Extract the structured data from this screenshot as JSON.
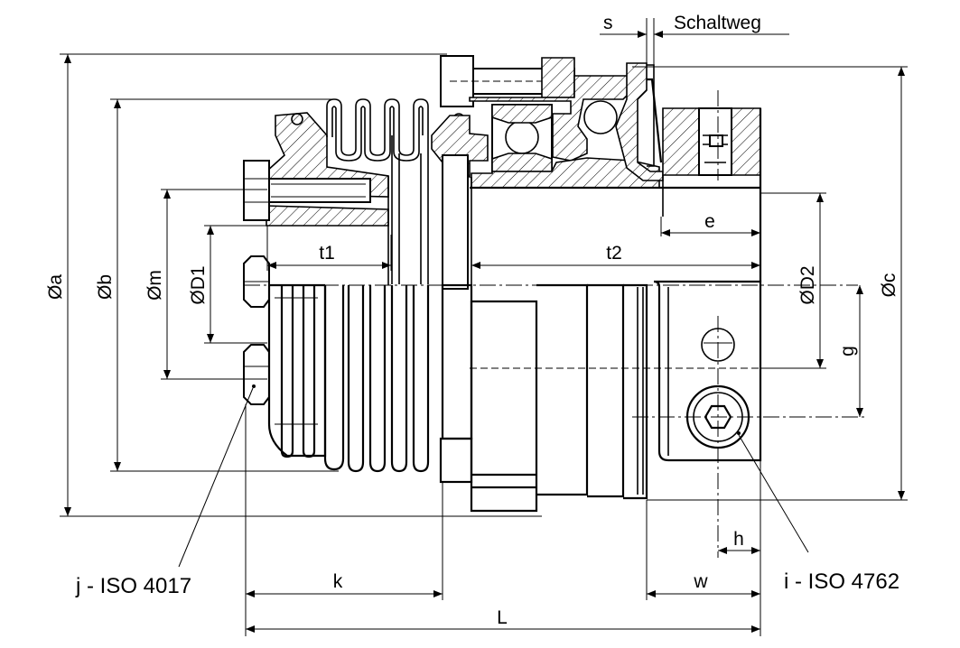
{
  "labels": {
    "s": "s",
    "schaltweg": "Schaltweg",
    "a": "Øa",
    "b": "Øb",
    "m": "Øm",
    "D1": "ØD1",
    "t1": "t1",
    "t2": "t2",
    "e": "e",
    "D2": "ØD2",
    "c": "Øc",
    "g": "g",
    "h": "h",
    "k": "k",
    "w": "w",
    "L": "L",
    "j_screw": "j - ISO 4017",
    "i_screw": "i - ISO 4762"
  },
  "colors": {
    "line": "#000000",
    "background": "#ffffff"
  }
}
